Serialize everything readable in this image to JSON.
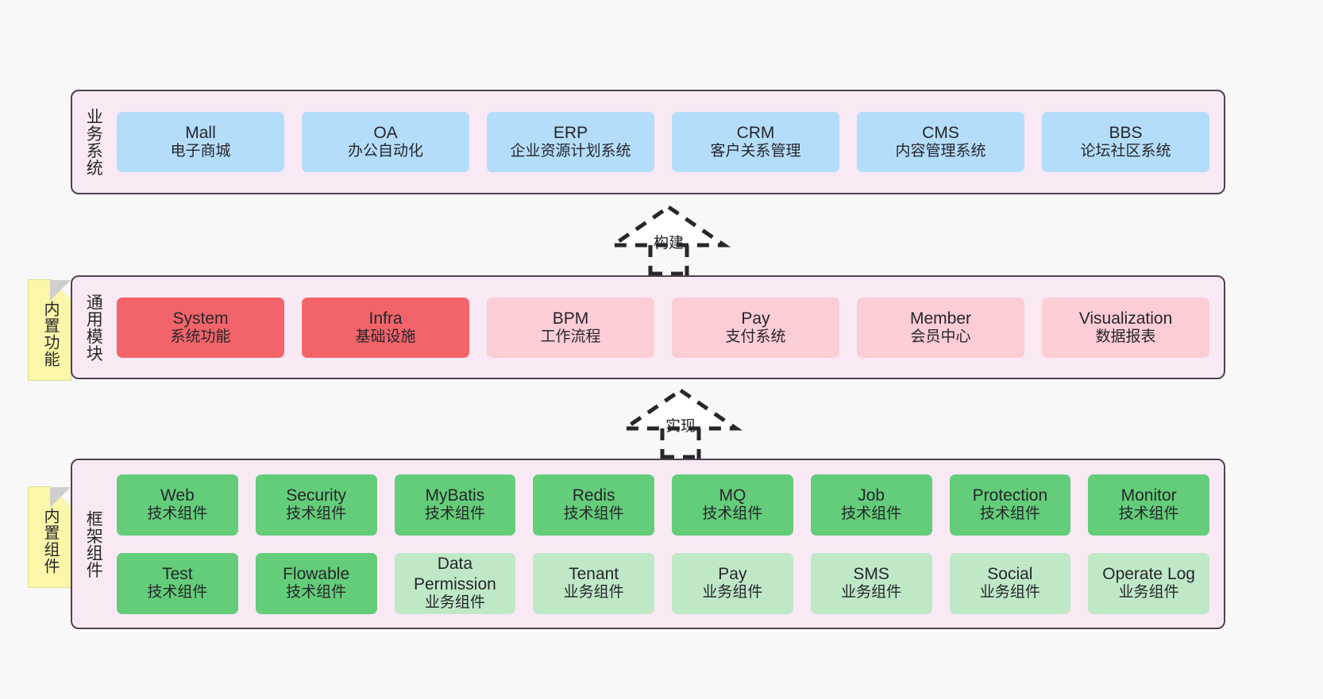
{
  "diagram": {
    "background_color": "#f8f8f8",
    "layer_bg_color": "#f9e9f4",
    "layer_border_color": "#4b4453",
    "note_color": "#fcf7a8"
  },
  "notes": [
    {
      "name": "builtin-features",
      "label": "内置功能"
    },
    {
      "name": "builtin-components",
      "label": "内置组件"
    }
  ],
  "connectors": [
    {
      "name": "build",
      "label": "构建",
      "style": "dashed-hollow-triangle-up"
    },
    {
      "name": "implement",
      "label": "实现",
      "style": "dashed-hollow-triangle-up"
    }
  ],
  "layers": [
    {
      "name": "business-systems",
      "title": "业务系统",
      "rows": [
        {
          "cells": [
            {
              "title": "Mall",
              "subtitle": "电子商城",
              "color": "#b4ddfb"
            },
            {
              "title": "OA",
              "subtitle": "办公自动化",
              "color": "#b4ddfb"
            },
            {
              "title": "ERP",
              "subtitle": "企业资源计划系统",
              "color": "#b4ddfb"
            },
            {
              "title": "CRM",
              "subtitle": "客户关系管理",
              "color": "#b4ddfb"
            },
            {
              "title": "CMS",
              "subtitle": "内容管理系统",
              "color": "#b4ddfb"
            },
            {
              "title": "BBS",
              "subtitle": "论坛社区系统",
              "color": "#b4ddfb"
            }
          ]
        }
      ]
    },
    {
      "name": "common-modules",
      "title": "通用模块",
      "rows": [
        {
          "cells": [
            {
              "title": "System",
              "subtitle": "系统功能",
              "color": "#f2646a"
            },
            {
              "title": "Infra",
              "subtitle": "基础设施",
              "color": "#f2646a"
            },
            {
              "title": "BPM",
              "subtitle": "工作流程",
              "color": "#fccdd4"
            },
            {
              "title": "Pay",
              "subtitle": "支付系统",
              "color": "#fccdd4"
            },
            {
              "title": "Member",
              "subtitle": "会员中心",
              "color": "#fccdd4"
            },
            {
              "title": "Visualization",
              "subtitle": "数据报表",
              "color": "#fccdd4"
            }
          ]
        }
      ]
    },
    {
      "name": "framework-components",
      "title": "框架组件",
      "rows": [
        {
          "cells": [
            {
              "title": "Web",
              "subtitle": "技术组件",
              "color": "#63cd7a"
            },
            {
              "title": "Security",
              "subtitle": "技术组件",
              "color": "#63cd7a"
            },
            {
              "title": "MyBatis",
              "subtitle": "技术组件",
              "color": "#63cd7a"
            },
            {
              "title": "Redis",
              "subtitle": "技术组件",
              "color": "#63cd7a"
            },
            {
              "title": "MQ",
              "subtitle": "技术组件",
              "color": "#63cd7a"
            },
            {
              "title": "Job",
              "subtitle": "技术组件",
              "color": "#63cd7a"
            },
            {
              "title": "Protection",
              "subtitle": "技术组件",
              "color": "#63cd7a"
            },
            {
              "title": "Monitor",
              "subtitle": "技术组件",
              "color": "#63cd7a"
            }
          ]
        },
        {
          "cells": [
            {
              "title": "Test",
              "subtitle": "技术组件",
              "color": "#63cd7a"
            },
            {
              "title": "Flowable",
              "subtitle": "技术组件",
              "color": "#63cd7a"
            },
            {
              "title": "Data Permission",
              "subtitle": "业务组件",
              "color": "#bfe8c7"
            },
            {
              "title": "Tenant",
              "subtitle": "业务组件",
              "color": "#bfe8c7"
            },
            {
              "title": "Pay",
              "subtitle": "业务组件",
              "color": "#bfe8c7"
            },
            {
              "title": "SMS",
              "subtitle": "业务组件",
              "color": "#bfe8c7"
            },
            {
              "title": "Social",
              "subtitle": "业务组件",
              "color": "#bfe8c7"
            },
            {
              "title": "Operate Log",
              "subtitle": "业务组件",
              "color": "#bfe8c7"
            }
          ]
        }
      ]
    }
  ]
}
